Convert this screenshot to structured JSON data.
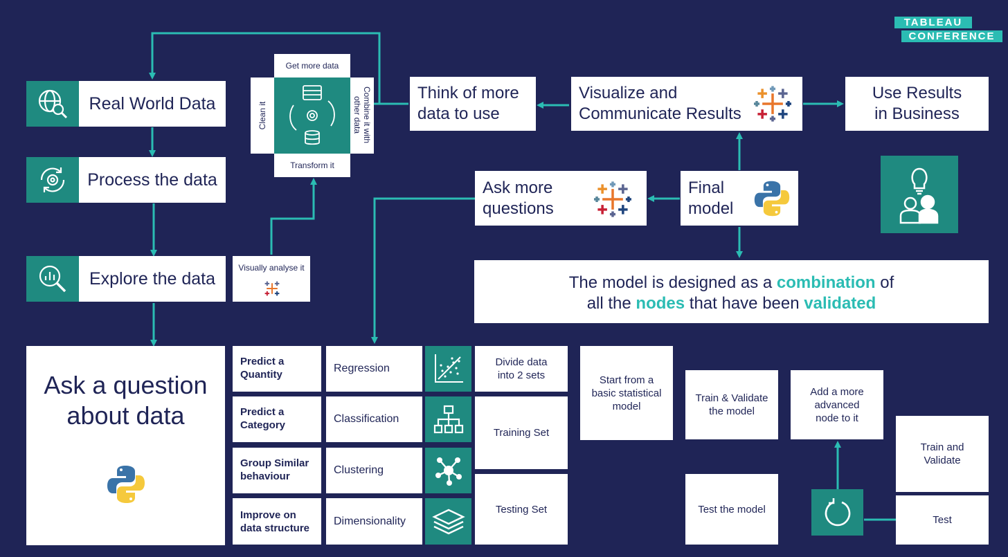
{
  "brand": {
    "line1": "TABLEAU",
    "line2": "CONFERENCE"
  },
  "colors": {
    "background": "#1f2456",
    "accent": "#2bbcb3",
    "teal": "#1f8a80",
    "box": "#ffffff"
  },
  "left_column": {
    "real_world": "Real World Data",
    "process": "Process the data",
    "explore": "Explore the data",
    "question_line1": "Ask a question",
    "question_line2": "about data"
  },
  "visual_analyse": "Visually analyse it",
  "data_prep": {
    "top": "Get more data",
    "left": "Clean it",
    "right": "Combine it with other data",
    "bottom": "Transform it"
  },
  "think_more": {
    "line1": "Think of more",
    "line2": "data to use"
  },
  "visualize": {
    "line1": "Visualize and",
    "line2": "Communicate Results"
  },
  "use_results": {
    "line1": "Use Results",
    "line2": "in Business"
  },
  "ask_more": {
    "line1": "Ask more",
    "line2": "questions"
  },
  "final_model": {
    "line1": "Final",
    "line2": "model"
  },
  "statement": {
    "l1a": "The model is designed as a ",
    "l1b": "combination",
    "l1c": " of",
    "l2a": "all the ",
    "l2b": "nodes",
    "l2c": " that have been ",
    "l2d": "validated"
  },
  "tasks": [
    {
      "goal": "Predict a Quantity",
      "method": "Regression",
      "icon": "scatter-trend-icon"
    },
    {
      "goal": "Predict a Category",
      "method": "Classification",
      "icon": "hierarchy-icon"
    },
    {
      "goal": "Group Similar behaviour",
      "method": "Clustering",
      "icon": "cluster-network-icon"
    },
    {
      "goal": "Improve on data structure",
      "method": "Dimensionality",
      "icon": "layers-icon"
    }
  ],
  "split": {
    "divide": "Divide data into 2 sets",
    "training": "Training Set",
    "testing": "Testing Set"
  },
  "process_steps": {
    "start": "Start from a basic statistical model",
    "train_validate": "Train & Validate the model",
    "add_node": "Add a more advanced node to it",
    "test_model": "Test the model",
    "train_and_validate": "Train and Validate",
    "test": "Test"
  }
}
